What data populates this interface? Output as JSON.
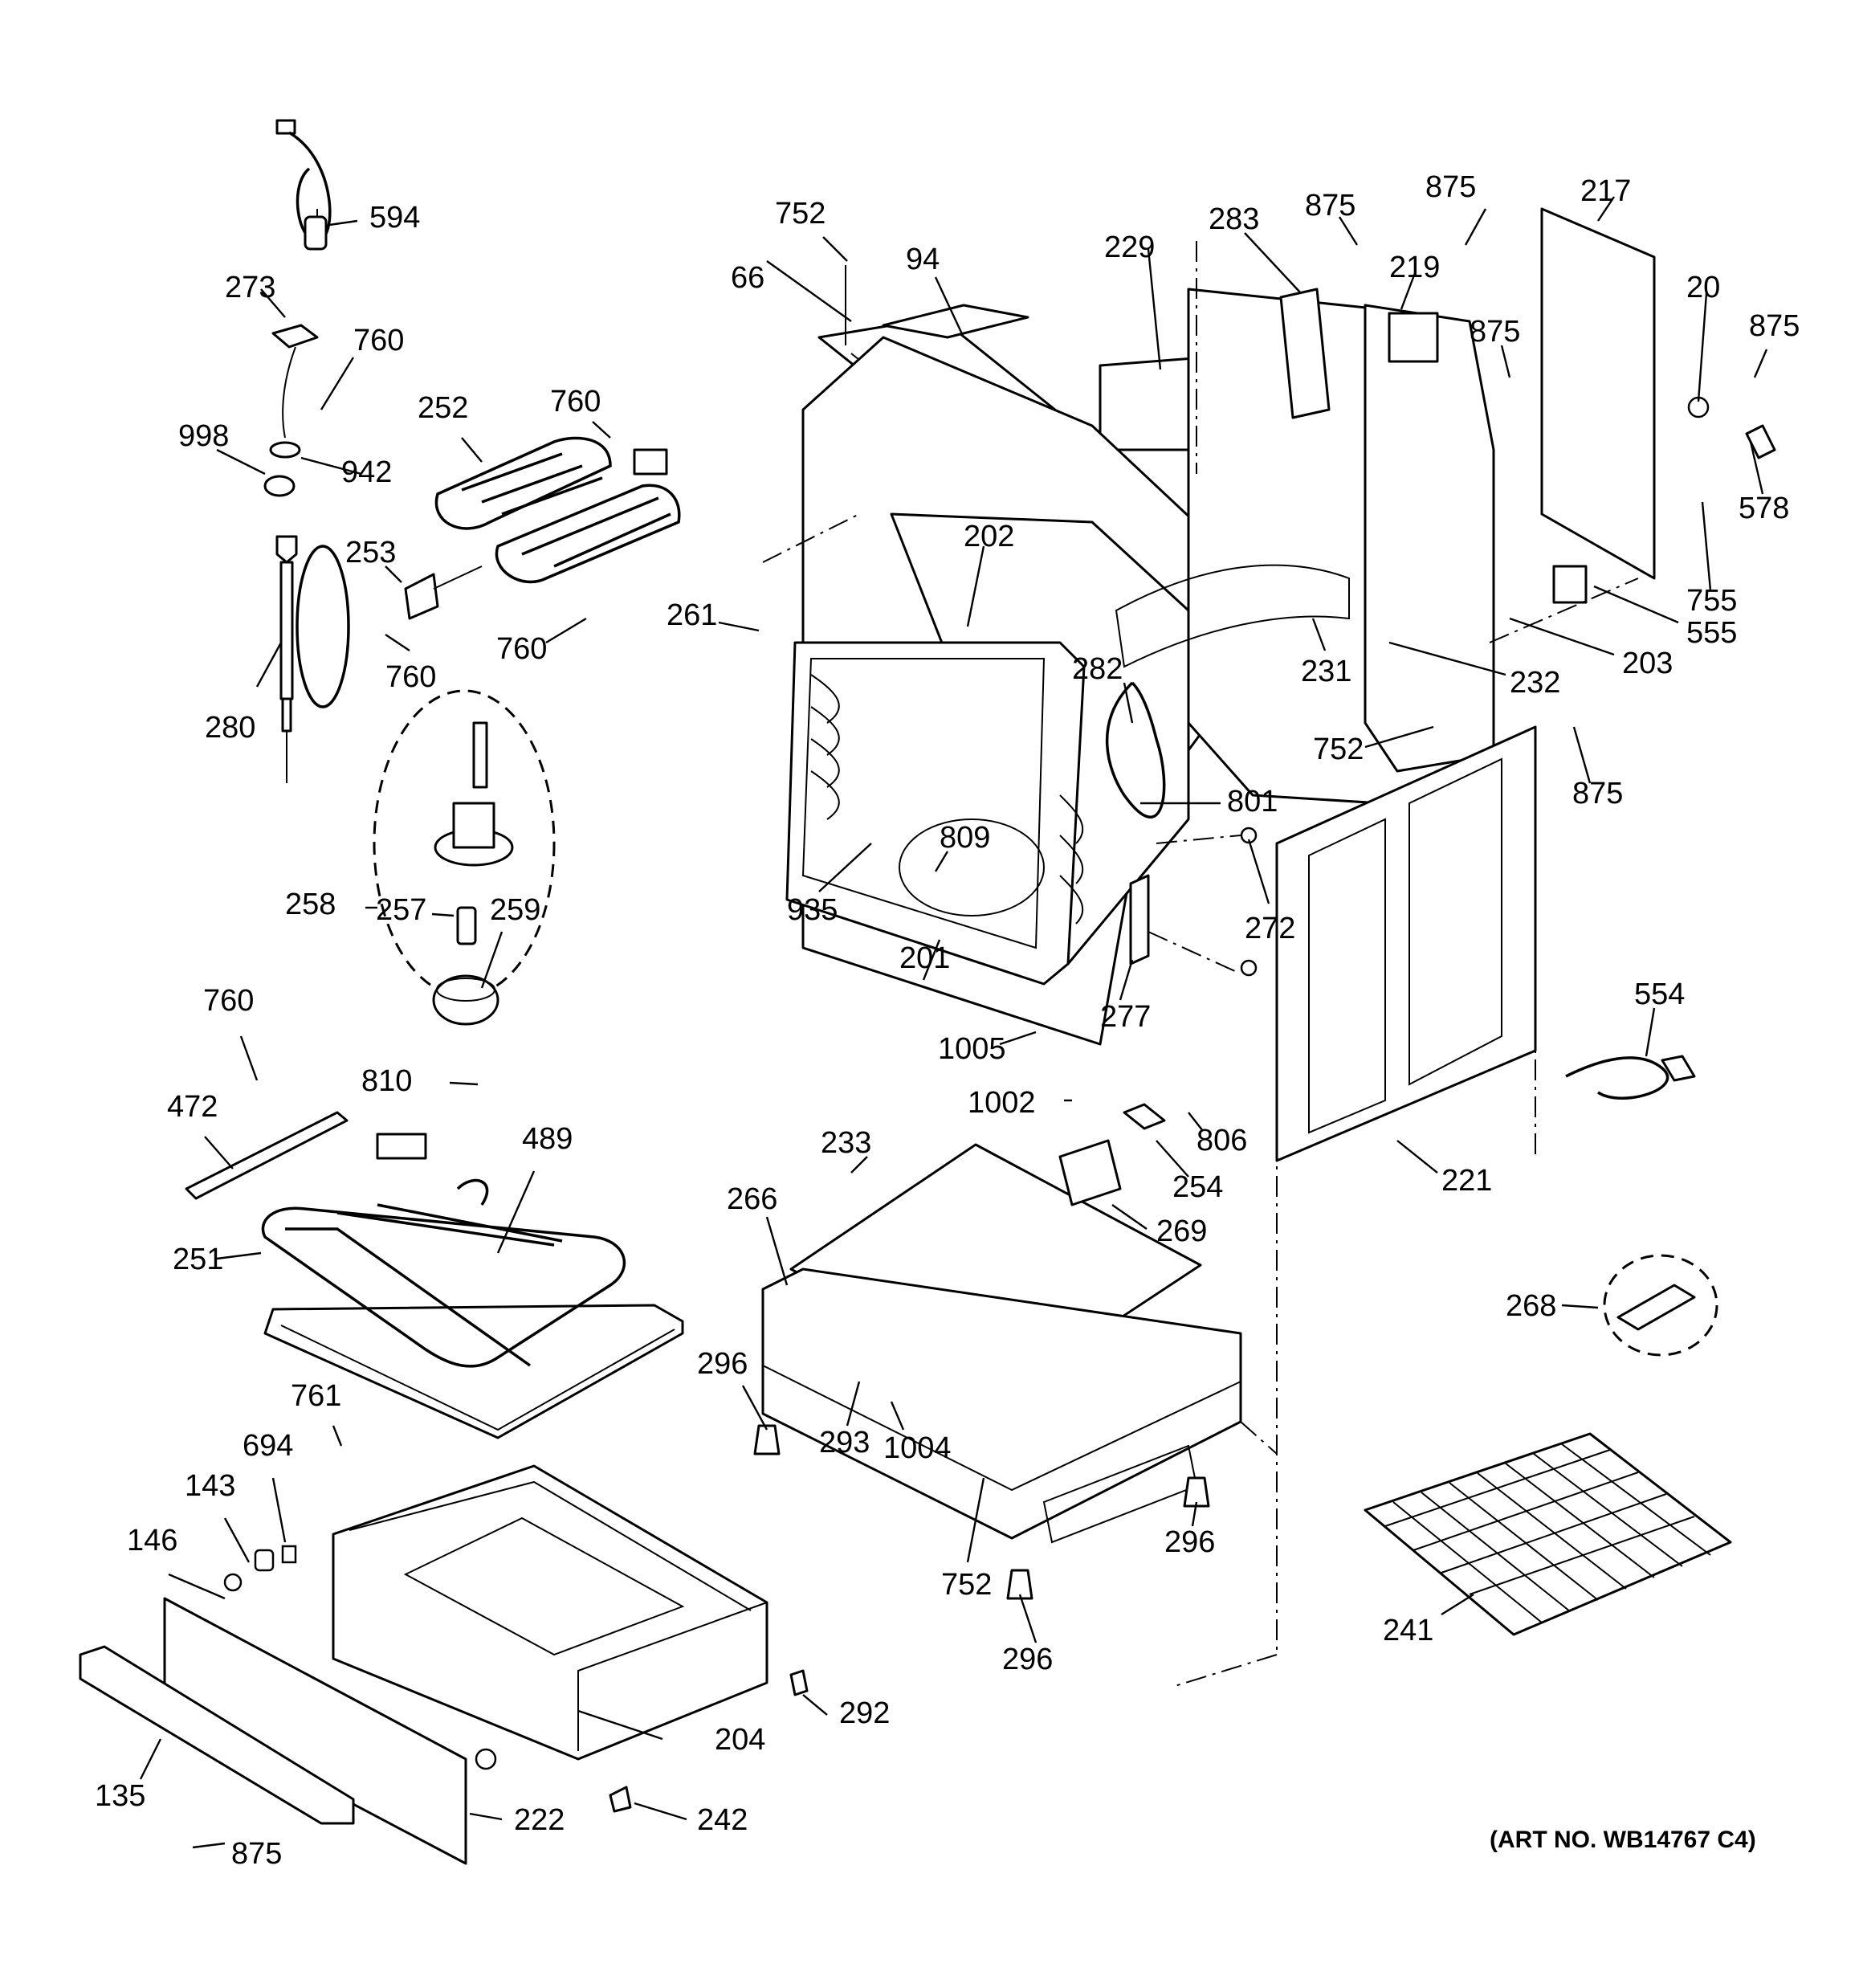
{
  "art_number": "(ART NO. WB14767 C4)",
  "callouts": [
    {
      "id": "594",
      "text": "594"
    },
    {
      "id": "273",
      "text": "273"
    },
    {
      "id": "760a",
      "text": "760"
    },
    {
      "id": "998",
      "text": "998"
    },
    {
      "id": "942",
      "text": "942"
    },
    {
      "id": "280",
      "text": "280"
    },
    {
      "id": "252",
      "text": "252"
    },
    {
      "id": "760b",
      "text": "760"
    },
    {
      "id": "253",
      "text": "253"
    },
    {
      "id": "760c",
      "text": "760"
    },
    {
      "id": "760d",
      "text": "760"
    },
    {
      "id": "258",
      "text": "258"
    },
    {
      "id": "257",
      "text": "257"
    },
    {
      "id": "259",
      "text": "259"
    },
    {
      "id": "810",
      "text": "810"
    },
    {
      "id": "760e",
      "text": "760"
    },
    {
      "id": "472",
      "text": "472"
    },
    {
      "id": "489",
      "text": "489"
    },
    {
      "id": "251",
      "text": "251"
    },
    {
      "id": "761",
      "text": "761"
    },
    {
      "id": "694",
      "text": "694"
    },
    {
      "id": "143",
      "text": "143"
    },
    {
      "id": "146",
      "text": "146"
    },
    {
      "id": "135",
      "text": "135"
    },
    {
      "id": "875a",
      "text": "875"
    },
    {
      "id": "222",
      "text": "222"
    },
    {
      "id": "242",
      "text": "242"
    },
    {
      "id": "204",
      "text": "204"
    },
    {
      "id": "292",
      "text": "292"
    },
    {
      "id": "752a",
      "text": "752"
    },
    {
      "id": "66",
      "text": "66"
    },
    {
      "id": "94",
      "text": "94"
    },
    {
      "id": "229",
      "text": "229"
    },
    {
      "id": "283",
      "text": "283"
    },
    {
      "id": "875b",
      "text": "875"
    },
    {
      "id": "875c",
      "text": "875"
    },
    {
      "id": "219",
      "text": "219"
    },
    {
      "id": "875d",
      "text": "875"
    },
    {
      "id": "217",
      "text": "217"
    },
    {
      "id": "20",
      "text": "20"
    },
    {
      "id": "875e",
      "text": "875"
    },
    {
      "id": "578",
      "text": "578"
    },
    {
      "id": "202",
      "text": "202"
    },
    {
      "id": "261",
      "text": "261"
    },
    {
      "id": "755",
      "text": "755"
    },
    {
      "id": "555",
      "text": "555"
    },
    {
      "id": "203",
      "text": "203"
    },
    {
      "id": "231",
      "text": "231"
    },
    {
      "id": "232",
      "text": "232"
    },
    {
      "id": "282",
      "text": "282"
    },
    {
      "id": "752b",
      "text": "752"
    },
    {
      "id": "875f",
      "text": "875"
    },
    {
      "id": "801",
      "text": "801"
    },
    {
      "id": "809",
      "text": "809"
    },
    {
      "id": "935",
      "text": "935"
    },
    {
      "id": "272",
      "text": "272"
    },
    {
      "id": "201",
      "text": "201"
    },
    {
      "id": "277",
      "text": "277"
    },
    {
      "id": "1005",
      "text": "1005"
    },
    {
      "id": "554",
      "text": "554"
    },
    {
      "id": "1002",
      "text": "1002"
    },
    {
      "id": "806",
      "text": "806"
    },
    {
      "id": "233",
      "text": "233"
    },
    {
      "id": "254",
      "text": "254"
    },
    {
      "id": "221",
      "text": "221"
    },
    {
      "id": "266",
      "text": "266"
    },
    {
      "id": "269",
      "text": "269"
    },
    {
      "id": "268",
      "text": "268"
    },
    {
      "id": "296a",
      "text": "296"
    },
    {
      "id": "293",
      "text": "293"
    },
    {
      "id": "1004",
      "text": "1004"
    },
    {
      "id": "296b",
      "text": "296"
    },
    {
      "id": "752c",
      "text": "752"
    },
    {
      "id": "296c",
      "text": "296"
    },
    {
      "id": "241",
      "text": "241"
    }
  ]
}
